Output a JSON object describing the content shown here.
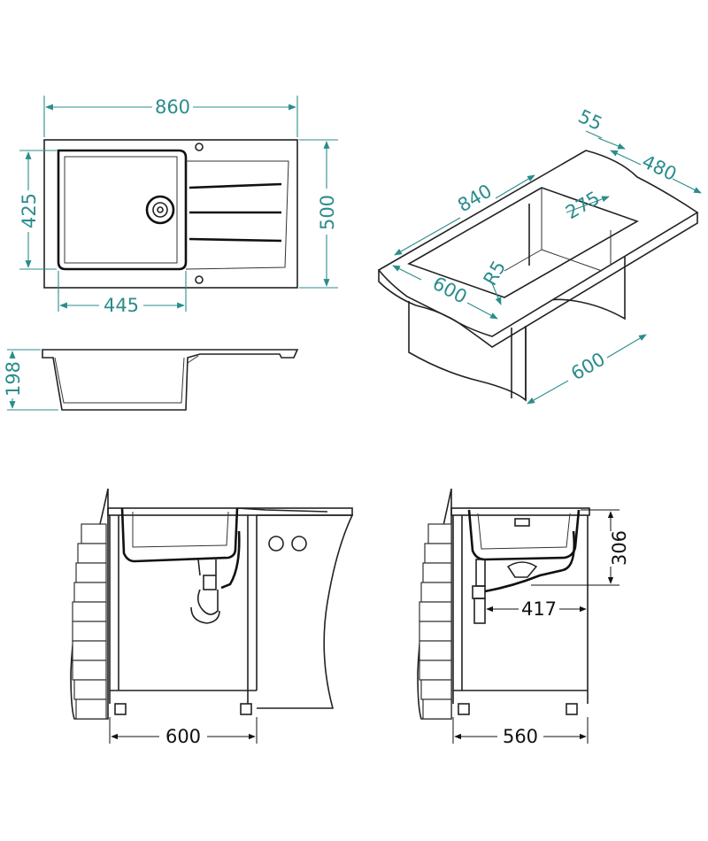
{
  "top_view": {
    "overall_width": "860",
    "overall_depth": "500",
    "bowl_depth": "425",
    "bowl_width": "445"
  },
  "side_view": {
    "height": "198"
  },
  "iso_view": {
    "thickness": "55",
    "depth_top": "480",
    "width_top": "840",
    "bowl_depth": "275",
    "radius": "R5",
    "cabinet_front": "600",
    "cabinet_depth": "600"
  },
  "install_front": {
    "cabinet_width": "600"
  },
  "install_side": {
    "bowl_height": "306",
    "drain_offset": "417",
    "cabinet_depth": "560"
  },
  "colors": {
    "dimension": "#2b8c8c",
    "line": "#222222"
  }
}
